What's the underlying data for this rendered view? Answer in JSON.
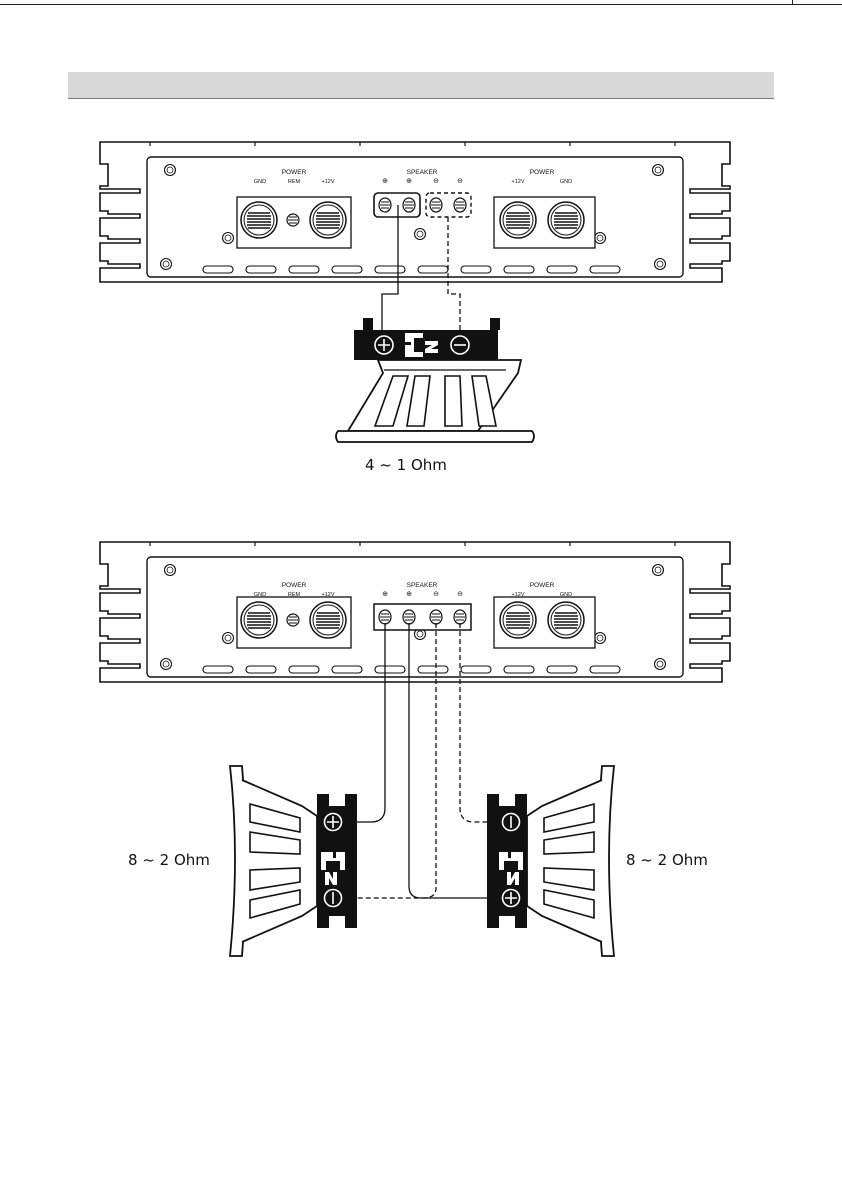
{
  "amp": {
    "power_heading": "POWER",
    "gnd": "GND",
    "rem": "REM",
    "plus12v": "+12V",
    "speaker_heading": "SPEAKER",
    "plus_symbol": "⊕",
    "minus_symbol": "⊖"
  },
  "diagram1": {
    "impedance": "4 ~ 1 Ohm"
  },
  "diagram2": {
    "impedance_left": "8 ~ 2 Ohm",
    "impedance_right": "8 ~ 2 Ohm"
  },
  "colors": {
    "line": "#111111",
    "header_bar": "#d9d9d9"
  }
}
